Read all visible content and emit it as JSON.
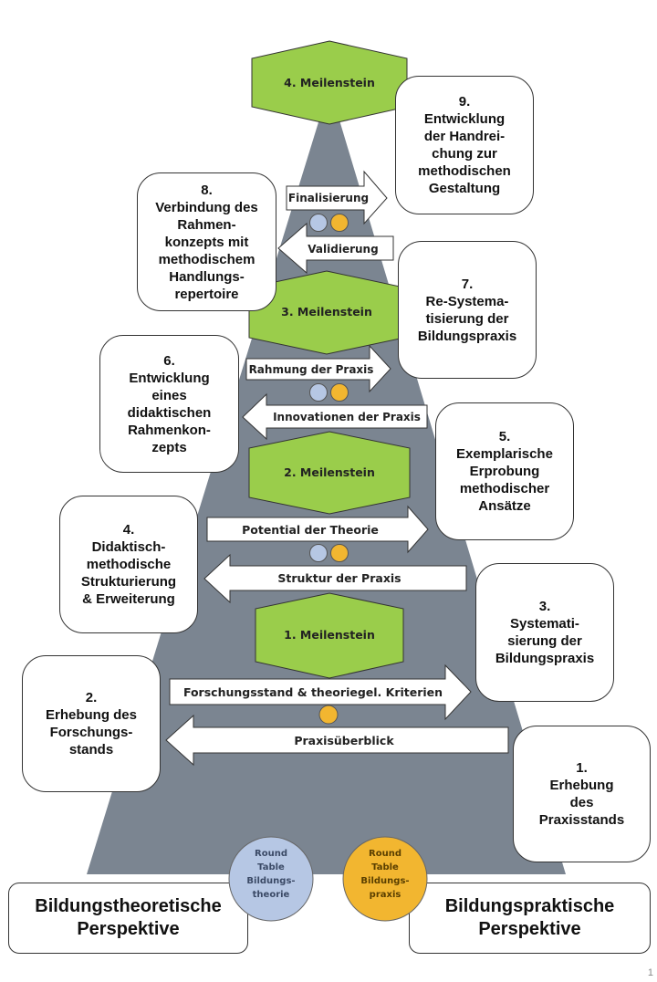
{
  "milestones": [
    "1. Meilenstein",
    "2. Meilenstein",
    "3. Meilenstein",
    "4. Meilenstein"
  ],
  "arrows": {
    "a1_right": "Forschungsstand & theoriegel. Kriterien",
    "a1_left": "Praxisüberblick",
    "a2_right": "Potential der Theorie",
    "a2_left": "Struktur der Praxis",
    "a3_right": "Rahmung der Praxis",
    "a3_left": "Innovationen der Praxis",
    "a4_right": "Finalisierung",
    "a4_left": "Validierung"
  },
  "steps": [
    {
      "num": "1.",
      "text": "Erhebung\ndes\nPraxisstands"
    },
    {
      "num": "2.",
      "text": "Erhebung des\nForschungs-\nstands"
    },
    {
      "num": "3.",
      "text": "Systemati-\nsierung der\nBildungspraxis"
    },
    {
      "num": "4.",
      "text": "Didaktisch-\nmethodische\nStrukturierung\n& Erweiterung"
    },
    {
      "num": "5.",
      "text": "Exemplarische\nErprobung\nmethodischer\nAnsätze"
    },
    {
      "num": "6.",
      "text": "Entwicklung\neines\ndidaktischen\nRahmenkon-\nzepts"
    },
    {
      "num": "7.",
      "text": "Re-Systema-\ntisierung der\nBildungspraxis"
    },
    {
      "num": "8.",
      "text": "Verbindung des\nRahmen-\nkonzepts mit\nmethodischem\nHandlungs-\nrepertoire"
    },
    {
      "num": "9.",
      "text": "Entwicklung\nder Handrei-\nchung zur\nmethodischen\nGestaltung"
    }
  ],
  "round_tables": {
    "theory": [
      "Round",
      "Table",
      "Bildungs-",
      "theorie"
    ],
    "practice": [
      "Round",
      "Table",
      "Bildungs-",
      "praxis"
    ]
  },
  "perspectives": {
    "left": "Bildungstheoretische\nPerspektive",
    "right": "Bildungspraktische\nPerspektive"
  },
  "page_number": "1",
  "colors": {
    "triangle": "#7b8591",
    "milestone": "#9acd4b",
    "dot_theory": "#b6c7e4",
    "dot_practice": "#f2b630"
  }
}
